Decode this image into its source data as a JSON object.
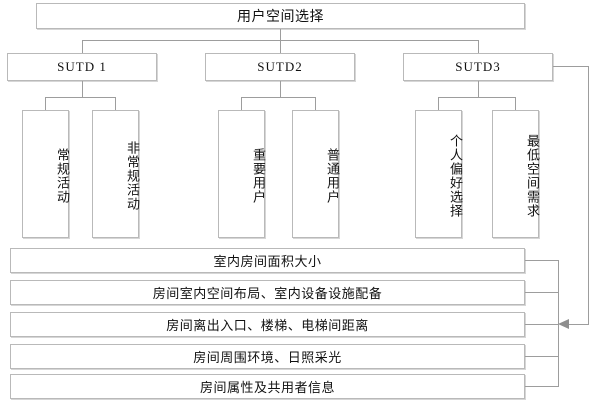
{
  "diagram": {
    "title": "用户空间选择",
    "root": {
      "label": "用户空间选择"
    },
    "groups": [
      {
        "label": "SUTD 1"
      },
      {
        "label": "SUTD2"
      },
      {
        "label": "SUTD3"
      }
    ],
    "leaves": [
      {
        "label": "常规活动"
      },
      {
        "label": "非常规活动"
      },
      {
        "label": "重要用户"
      },
      {
        "label": "普通用户"
      },
      {
        "label": "个人偏好选择"
      },
      {
        "label": "最低空间需求"
      }
    ],
    "attributes": [
      {
        "label": "室内房间面积大小"
      },
      {
        "label": "房间室内空间布局、室内设备设施配备"
      },
      {
        "label": "房间离出入口、楼梯、电梯间距离"
      },
      {
        "label": "房间周围环境、日照采光"
      },
      {
        "label": "房间属性及共用者信息"
      }
    ],
    "colors": {
      "box_border": "#b9b9b9",
      "box_shadow": "#d6d6d6",
      "line": "#9d9d9d",
      "arrow": "#8e8e8e",
      "text": "#111111",
      "background": "#ffffff"
    }
  }
}
